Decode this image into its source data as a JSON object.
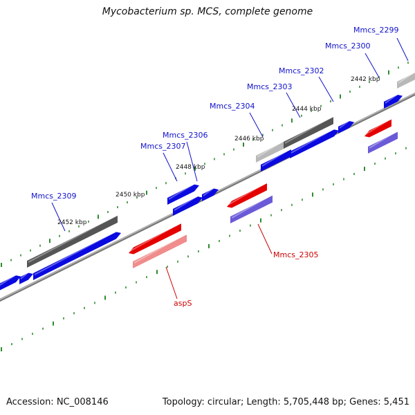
{
  "title": "Mycobacterium sp. MCS, complete genome",
  "accession": "Accession: NC_008146",
  "summary": "Topology: circular; Length: 5,705,448 bp; Genes: 5,451",
  "colors": {
    "forward_cds": "#0a0ae0",
    "reverse_cds": "#e50000",
    "reverse_rna": "#6a5ad8",
    "pink_feature": "#f08c8c",
    "dark_gene": "#555555",
    "light_gene": "#b8b8b8",
    "backbone": "#7a7a7a",
    "tick": "#2e8b2e",
    "fwd_label": "#1010cc",
    "rev_label": "#cc0000"
  },
  "kbp_labels": [
    "2442 kbp",
    "2444 kbp",
    "2446 kbp",
    "2448 kbp",
    "2450 kbp",
    "2452 kbp"
  ],
  "gene_labels": [
    {
      "name": "Mmcs_2299",
      "strand": "forward"
    },
    {
      "name": "Mmcs_2300",
      "strand": "forward"
    },
    {
      "name": "Mmcs_2302",
      "strand": "forward"
    },
    {
      "name": "Mmcs_2303",
      "strand": "forward"
    },
    {
      "name": "Mmcs_2304",
      "strand": "forward"
    },
    {
      "name": "Mmcs_2306",
      "strand": "forward"
    },
    {
      "name": "Mmcs_2307",
      "strand": "forward"
    },
    {
      "name": "Mmcs_2309",
      "strand": "forward"
    },
    {
      "name": "Mmcs_2305",
      "strand": "reverse"
    },
    {
      "name": "aspS",
      "strand": "reverse"
    }
  ]
}
